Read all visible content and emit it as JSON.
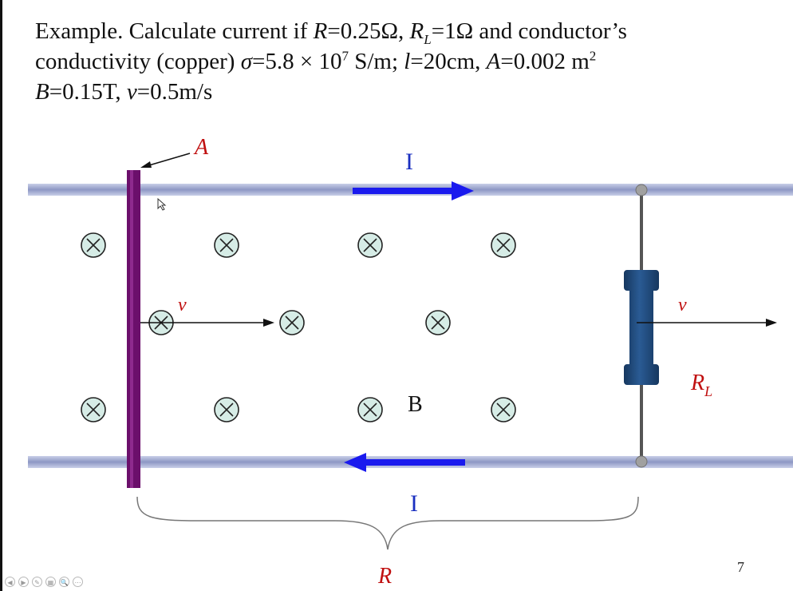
{
  "heading": {
    "t1": "Example. Calculate current if ",
    "R_sym": "R",
    "t2": "=0.25Ω, ",
    "RL_sym": "R",
    "RL_sub": "L",
    "t3": "=1Ω and conductor’s",
    "t4": "conductivity (copper) ",
    "sigma_sym": "σ",
    "t5": "=5.8 × 10",
    "exp7": "7",
    "t6": " S/m; ",
    "l_sym": "l",
    "t7": "=20cm, ",
    "A_sym": "A",
    "t8": "=0.002 m",
    "exp2": "2",
    "B_sym": "B",
    "t9": "=0.15T, ",
    "v_sym": "v",
    "t10": "=0.5m/s"
  },
  "diagram": {
    "label_A": "A",
    "label_I_top": "I",
    "label_I_bottom": "I",
    "label_v_left": "v",
    "label_v_right": "v",
    "label_B": "B",
    "label_RL_main": "R",
    "label_RL_sub": "L",
    "label_R": "R",
    "field_symbol": "⊗",
    "colors": {
      "rail": "#aab3d6",
      "rod": "#6b0f6b",
      "current_arrow": "#1a1aee",
      "resistor": "#1f4a7e",
      "symbol_fill": "#d6ece6",
      "label_red": "#c01010",
      "label_blue": "#1a2fc0"
    }
  },
  "slide": {
    "page_number": "7",
    "controls": [
      "◀",
      "▶",
      "✎",
      "▦",
      "🔍",
      "⋯"
    ]
  }
}
